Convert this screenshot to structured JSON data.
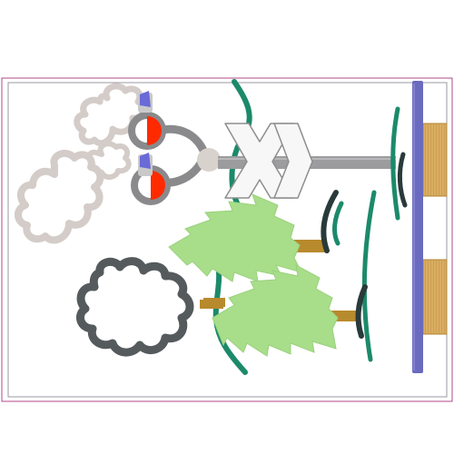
{
  "artwork": {
    "kind": "embroidery-design-preview",
    "motifs": [
      "railroad-crossing-sign",
      "signal-lights",
      "smoke-clouds",
      "pine-trees",
      "grass-tufts",
      "rail-track",
      "railroad-ties",
      "hoop-frame"
    ]
  },
  "colors": {
    "background": "#ffffff",
    "frame_outer": "#b04a8a",
    "frame_inner": "#9a9aa6",
    "grey_dark": "#8a8a8c",
    "grey_light": "#c9c9c9",
    "signal_red": "#ff2a00",
    "signal_cap": "#6a6ad8",
    "lamp": "#d8d2cc",
    "crossbuck_fill": "#f7f7f7",
    "crossbuck_stroke": "#8d8d8d",
    "cloud_light": "#d4ccc8",
    "cloud_dark": "#555a5c",
    "tree_green": "#a8dd8a",
    "trunk": "#b88a2e",
    "grass": "#1c8a6a",
    "grass_dark": "#2a3a3a",
    "rail": "#6a6abe",
    "tie": "#d4a65a"
  }
}
